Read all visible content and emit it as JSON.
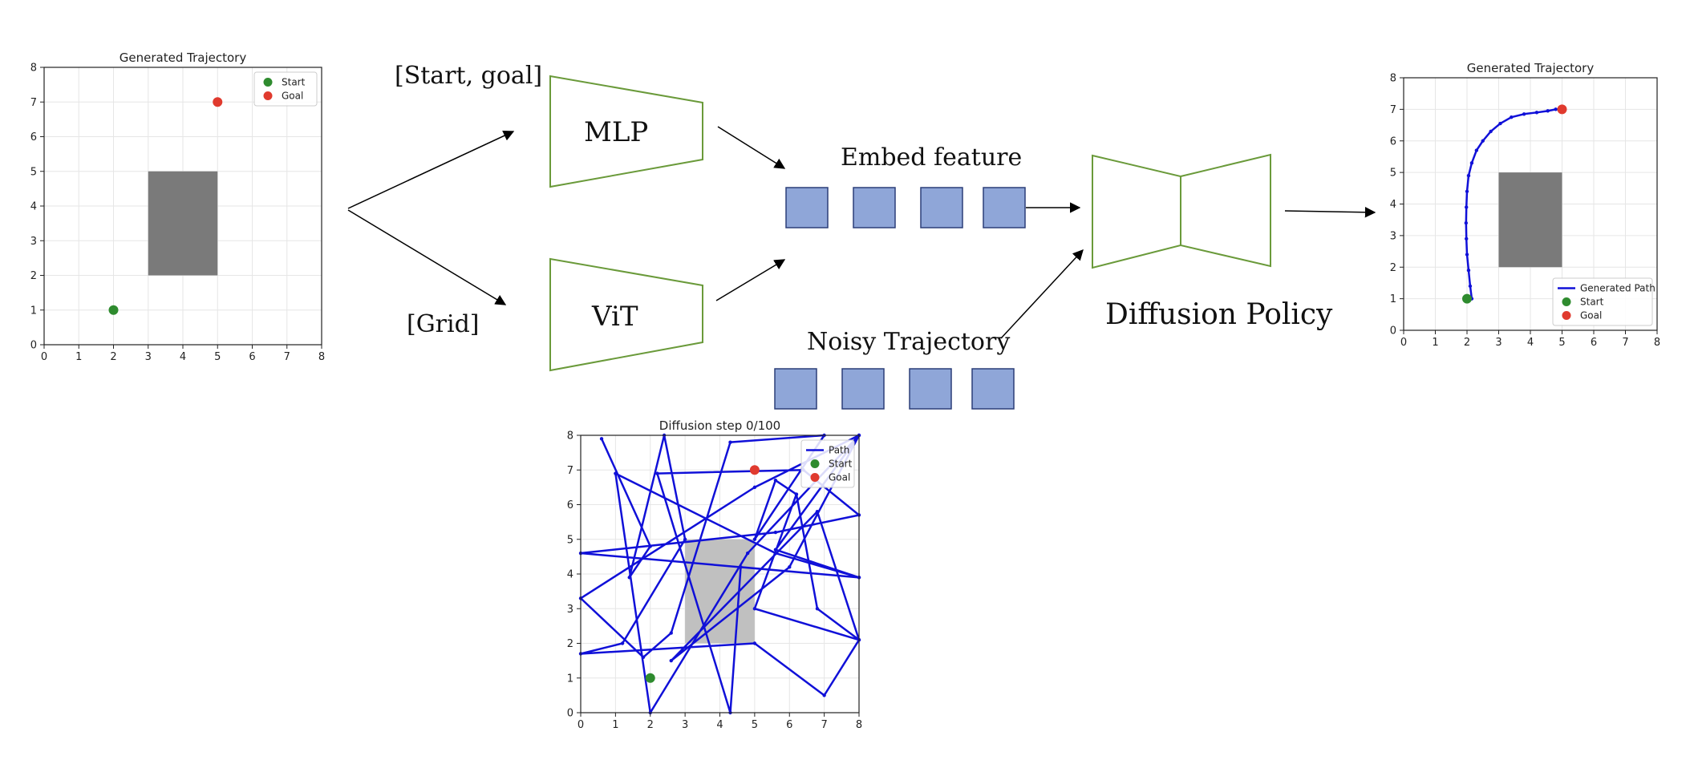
{
  "diagram": {
    "input_label_top": "[Start, goal]",
    "input_label_bottom": "[Grid]",
    "mlp_label": "MLP",
    "vit_label": "ViT",
    "embed_label": "Embed feature",
    "noisy_label": "Noisy Trajectory",
    "policy_label": "Diffusion Policy",
    "token_color": "#8fa6d8",
    "block_outline_color": "#6a9a3a"
  },
  "chart_data": [
    {
      "id": "input-plot",
      "type": "scatter",
      "title": "Generated Trajectory",
      "xlim": [
        0,
        8
      ],
      "ylim": [
        0,
        8
      ],
      "xticks": [
        "0",
        "1",
        "2",
        "3",
        "4",
        "5",
        "6",
        "7",
        "8"
      ],
      "yticks": [
        "0",
        "1",
        "2",
        "3",
        "4",
        "5",
        "6",
        "7",
        "8"
      ],
      "grid": true,
      "legend_position": "top-right",
      "obstacle": {
        "x": [
          3,
          5
        ],
        "y": [
          2,
          5
        ],
        "color": "#7a7a7a"
      },
      "series": [
        {
          "name": "Start",
          "x": [
            2
          ],
          "y": [
            1
          ],
          "color": "#2e8b2e"
        },
        {
          "name": "Goal",
          "x": [
            5
          ],
          "y": [
            7
          ],
          "color": "#e03a2e"
        }
      ]
    },
    {
      "id": "output-plot",
      "type": "line",
      "title": "Generated Trajectory",
      "xlim": [
        0,
        8
      ],
      "ylim": [
        0,
        8
      ],
      "xticks": [
        "0",
        "1",
        "2",
        "3",
        "4",
        "5",
        "6",
        "7",
        "8"
      ],
      "yticks": [
        "0",
        "1",
        "2",
        "3",
        "4",
        "5",
        "6",
        "7",
        "8"
      ],
      "grid": true,
      "legend_position": "bottom-right",
      "obstacle": {
        "x": [
          3,
          5
        ],
        "y": [
          2,
          5
        ],
        "color": "#7a7a7a"
      },
      "series": [
        {
          "name": "Generated Path",
          "color": "#1010d8",
          "x": [
            2.15,
            2.1,
            2.05,
            2.0,
            1.98,
            1.97,
            1.98,
            2.0,
            2.05,
            2.15,
            2.3,
            2.5,
            2.75,
            3.05,
            3.4,
            3.8,
            4.2,
            4.55,
            4.8,
            5.0
          ],
          "y": [
            1.0,
            1.4,
            1.9,
            2.4,
            2.9,
            3.4,
            3.9,
            4.4,
            4.9,
            5.3,
            5.7,
            6.0,
            6.3,
            6.55,
            6.75,
            6.85,
            6.9,
            6.95,
            7.0,
            7.0
          ]
        },
        {
          "name": "Start",
          "x": [
            2
          ],
          "y": [
            1
          ],
          "color": "#2e8b2e"
        },
        {
          "name": "Goal",
          "x": [
            5
          ],
          "y": [
            7
          ],
          "color": "#e03a2e"
        }
      ]
    },
    {
      "id": "diffusion-plot",
      "type": "line",
      "title": "Diffusion step 0/100",
      "xlim": [
        0,
        8
      ],
      "ylim": [
        0,
        8
      ],
      "xticks": [
        "0",
        "1",
        "2",
        "3",
        "4",
        "5",
        "6",
        "7",
        "8"
      ],
      "yticks": [
        "0",
        "1",
        "2",
        "3",
        "4",
        "5",
        "6",
        "7",
        "8"
      ],
      "grid": true,
      "legend_position": "top-right",
      "obstacle": {
        "x": [
          3,
          5
        ],
        "y": [
          2,
          5
        ],
        "color": "#c0c0c0"
      },
      "series": [
        {
          "name": "Path",
          "color": "#1010d8",
          "x": [
            0.6,
            2.0,
            1.4,
            2.4,
            3.0,
            1.2,
            0.0,
            5.0,
            7.0,
            8.0,
            6.8,
            6.2,
            5.6,
            5.0,
            7.0,
            4.3,
            2.6,
            1.8,
            0.0,
            5.0,
            8.0,
            4.8,
            2.0,
            1.0,
            5.6,
            8.0,
            4.6,
            4.3,
            2.2,
            6.4,
            8.0,
            5.6,
            0.0,
            8.0,
            5.6,
            8.0,
            6.0,
            2.6,
            6.8,
            8.0,
            5.0,
            6.2
          ],
          "y": [
            7.9,
            4.8,
            3.9,
            8.0,
            5.0,
            2.0,
            1.7,
            2.0,
            0.5,
            2.1,
            3.0,
            6.3,
            6.7,
            5.0,
            8.0,
            7.8,
            2.3,
            1.6,
            3.3,
            6.5,
            8.0,
            4.6,
            0.0,
            6.9,
            4.6,
            3.9,
            4.2,
            0.0,
            6.9,
            7.0,
            5.7,
            5.2,
            4.6,
            3.9,
            4.7,
            8.0,
            4.2,
            1.5,
            5.8,
            2.1,
            3.0,
            6.3
          ]
        },
        {
          "name": "Start",
          "x": [
            2
          ],
          "y": [
            1
          ],
          "color": "#2e8b2e"
        },
        {
          "name": "Goal",
          "x": [
            5
          ],
          "y": [
            7
          ],
          "color": "#e03a2e"
        }
      ]
    }
  ]
}
